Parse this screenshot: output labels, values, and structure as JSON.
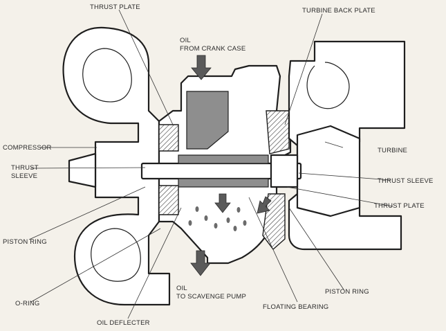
{
  "labels": {
    "thrust_plate_top": "THRUST PLATE",
    "turbine_back_plate": "TURBINE BACK PLATE",
    "oil_in_line1": "OIL",
    "oil_in_line2": "FROM CRANK CASE",
    "compressor": "COMPRESSOR",
    "turbine": "TURBINE",
    "thrust_sleeve_left_line1": "THRUST",
    "thrust_sleeve_left_line2": "SLEEVE",
    "thrust_sleeve_right": "THRUST SLEEVE",
    "thrust_plate_right": "THRUST PLATE",
    "piston_ring_left": "PISTON RING",
    "piston_ring_right": "PISTON RING",
    "o_ring": "O-RING",
    "oil_out_line1": "OIL",
    "oil_out_line2": "TO SCAVENGE PUMP",
    "floating_bearing": "FLOATING BEARING",
    "oil_deflecter": "OIL DEFLECTER"
  }
}
